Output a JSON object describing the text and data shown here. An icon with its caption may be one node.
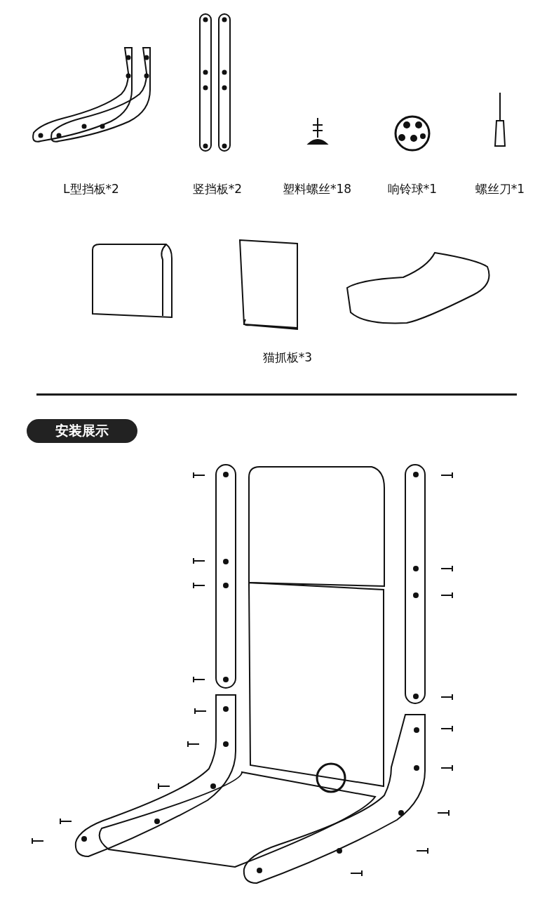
{
  "diagram": {
    "nodes": [
      {
        "text": [
          "安装展示"
        ]
      }
    ],
    "labels": [
      "L型挡板*2",
      "竖挡板*2",
      "塑料螺丝*18",
      "响铃球*1",
      "螺丝刀*1",
      "猫抓板*3"
    ]
  }
}
